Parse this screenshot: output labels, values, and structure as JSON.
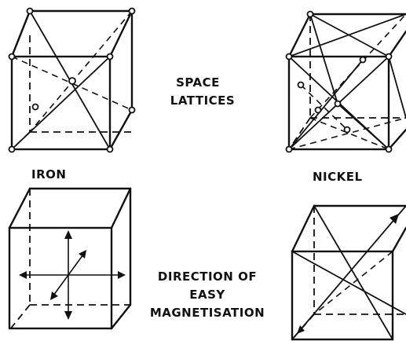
{
  "labels": {
    "center_top": [
      "SPACE",
      "LATTICES"
    ],
    "iron": "IRON",
    "nickel": "NICKEL",
    "center_bottom": [
      "DIRECTION OF",
      "EASY",
      "MAGNETISATION"
    ]
  }
}
